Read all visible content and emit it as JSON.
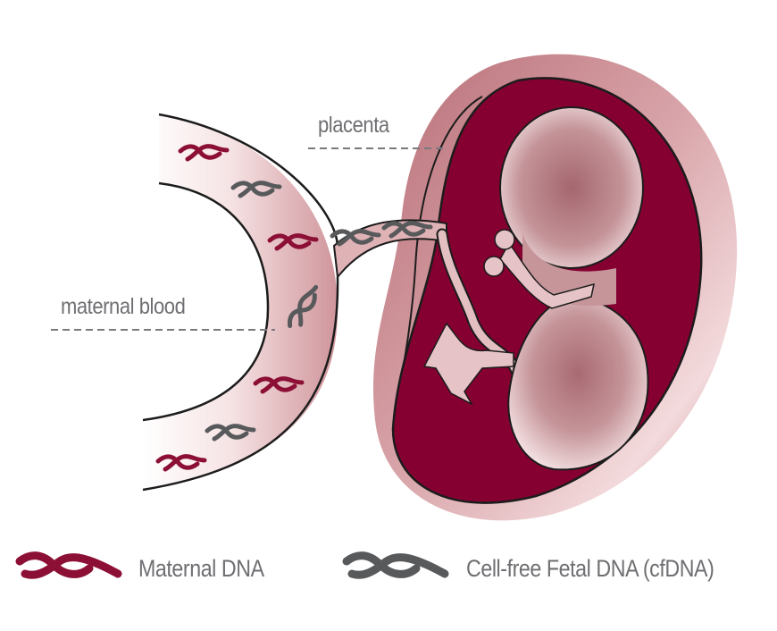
{
  "diagram": {
    "labels": {
      "placenta": "placenta",
      "maternal_blood": "maternal blood"
    },
    "legend": [
      {
        "label": "Maternal DNA",
        "color": "#8c0f35",
        "icon": "dna-strand-icon"
      },
      {
        "label": "Cell-free Fetal DNA (cfDNA)",
        "color": "#58595b",
        "icon": "dna-strand-icon"
      }
    ],
    "colors": {
      "maternal_dna": "#8c0f35",
      "fetal_dna": "#58595b",
      "amniotic_sac": "#850031",
      "uterus_wall": "#c98a90",
      "fetus_skin": "#b7858a",
      "text": "#6f6f73"
    }
  }
}
